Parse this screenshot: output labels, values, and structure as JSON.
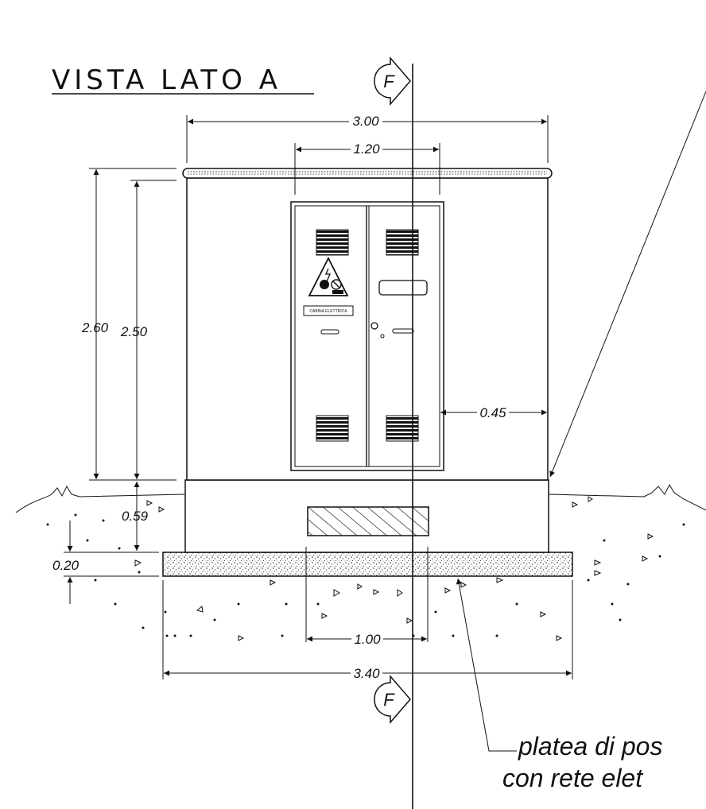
{
  "title": "VISTA LATO A",
  "section_marker": "F",
  "dimensions": {
    "width_total": "3.00",
    "door_width": "1.20",
    "height_total": "2.60",
    "height_body": "2.50",
    "side_clearance": "0.45",
    "base_height": "0.59",
    "slab_thickness": "0.20",
    "opening_width": "1.00",
    "slab_width": "3.40"
  },
  "door_sign": "CABINA ELETTRICA",
  "note_lines": [
    "platea di pos",
    "con rete elet"
  ]
}
